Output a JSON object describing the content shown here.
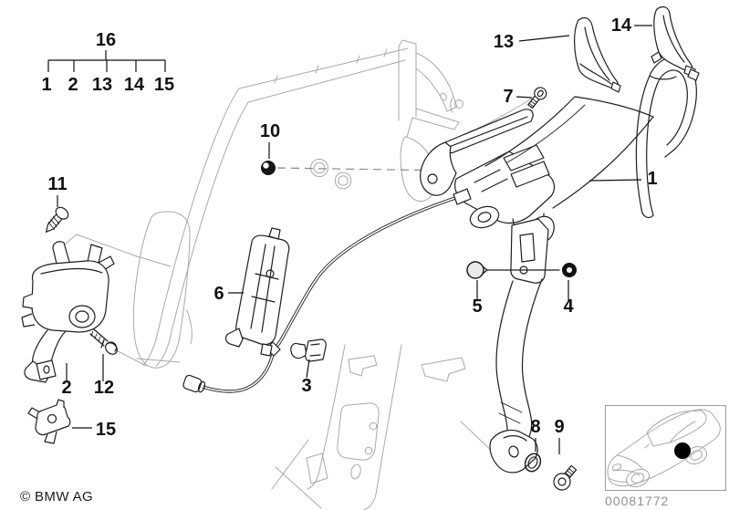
{
  "diagram": {
    "copyright": "© BMW AG",
    "image_number": "00081772",
    "group": {
      "label": "16",
      "members": [
        "1",
        "2",
        "13",
        "14",
        "15"
      ]
    },
    "callouts": {
      "belt": "1",
      "retractor": "2",
      "clip": "3",
      "nut": "4",
      "cap": "5",
      "bracket": "6",
      "bolt_upper": "7",
      "ring": "8",
      "bolt_lower": "9",
      "grommet": "10",
      "screw": "11",
      "bolt_retractor": "12",
      "trim_left": "13",
      "trim_right": "14",
      "sensor": "15"
    },
    "colors": {
      "part_line": "#1e1e1e",
      "frame_line": "#a9a9a9",
      "location_dot": "#000000"
    }
  }
}
